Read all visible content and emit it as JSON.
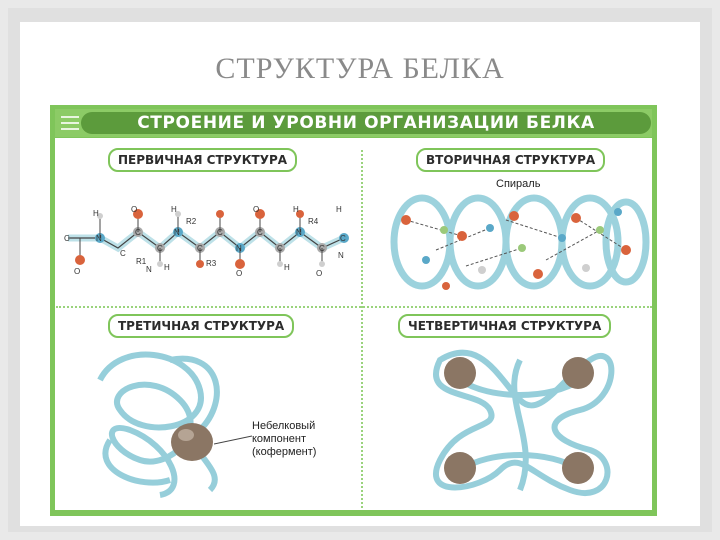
{
  "slide": {
    "title": "СТРУКТУРА БЕЛКА"
  },
  "poster": {
    "banner": "СТРОЕНИЕ И УРОВНИ ОРГАНИЗАЦИИ БЕЛКА",
    "primary": {
      "label": "ПЕРВИЧНАЯ СТРУКТУРА",
      "atoms": [
        "H",
        "O",
        "H",
        "R2",
        "O",
        "H",
        "R4",
        "H",
        "N",
        "C",
        "C",
        "N",
        "C",
        "C",
        "N",
        "C",
        "C",
        "N",
        "C",
        "C",
        "N",
        "C",
        "C",
        "N",
        "O",
        "R1",
        "H",
        "O",
        "R3",
        "H",
        "O"
      ]
    },
    "secondary": {
      "label": "ВТОРИЧНАЯ СТРУКТУРА",
      "helix_caption": "Спираль"
    },
    "tertiary": {
      "label": "ТРЕТИЧНАЯ СТРУКТУРА",
      "component_caption": [
        "Небелковый",
        "компонент",
        "(кофермент)"
      ]
    },
    "quaternary": {
      "label": "ЧЕТВЕРТИЧНАЯ СТРУКТУРА"
    },
    "colors": {
      "frame": "#7fc55a",
      "banner": "#5c9b3c",
      "strand": "#7cc3d2",
      "atom_O": "#d9633c",
      "atom_H": "#cfcfcf",
      "bond": "#444444",
      "cofactor": "#8b7664"
    }
  }
}
